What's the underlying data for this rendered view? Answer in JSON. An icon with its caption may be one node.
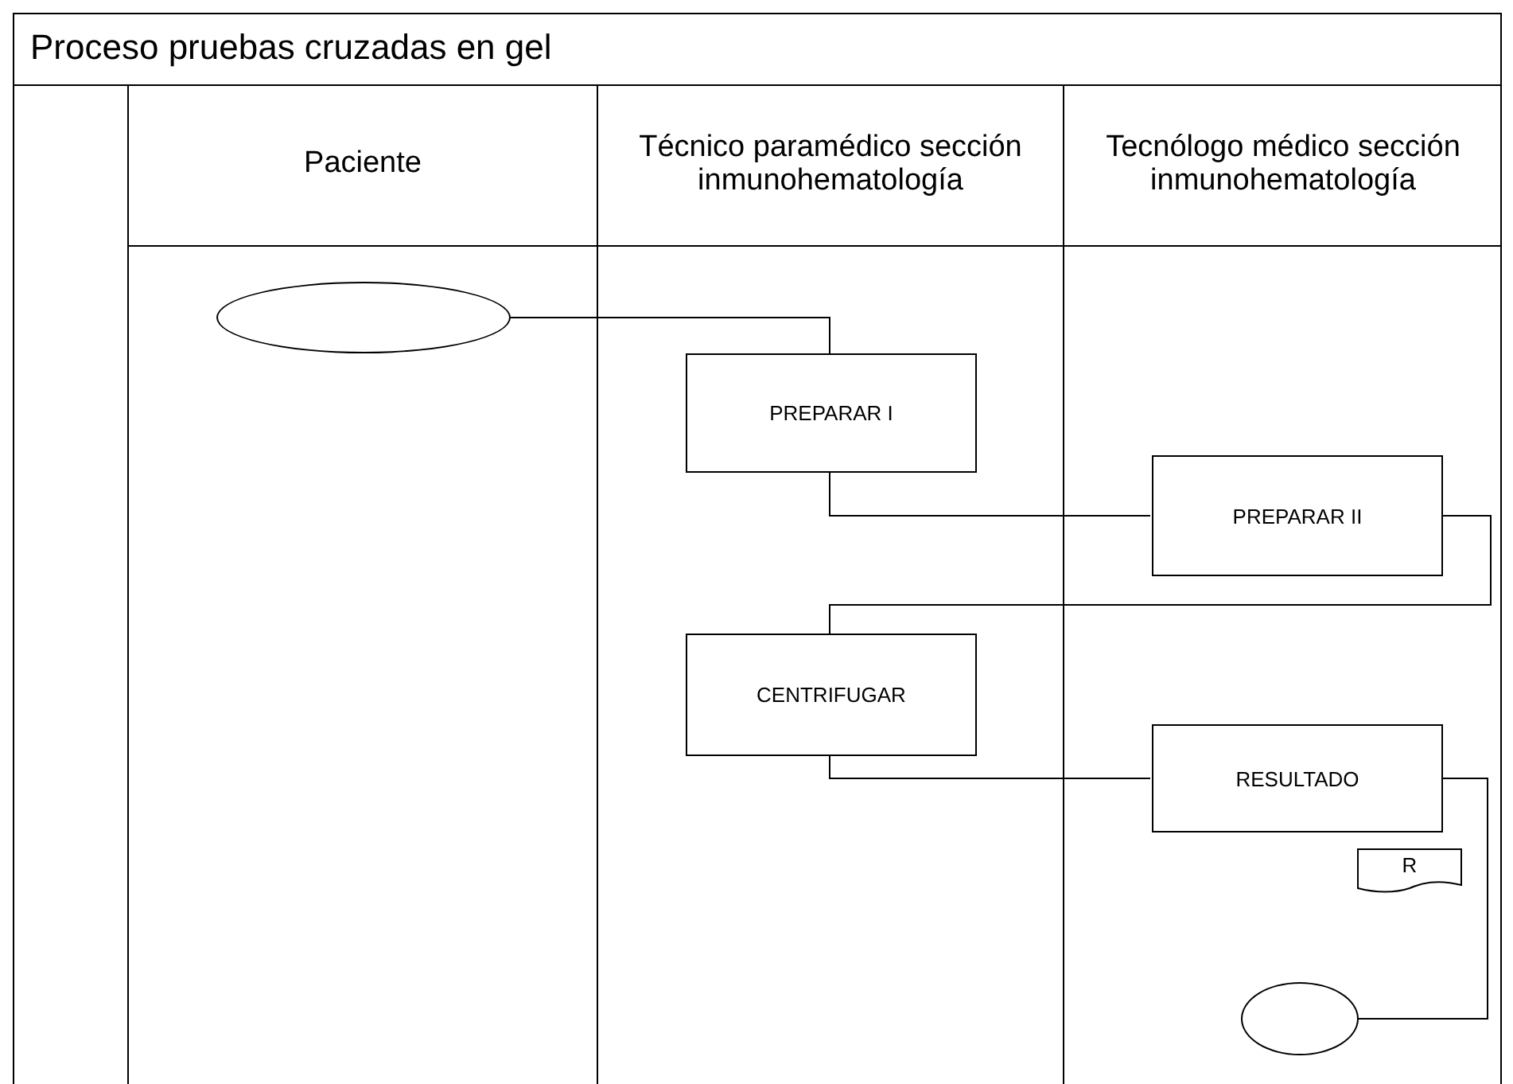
{
  "diagram": {
    "title": "Proceso pruebas cruzadas en gel",
    "nodes": [
      {
        "text": [
          "Paciente"
        ]
      },
      {
        "text": [
          "Técnico paramédico sección inmunohematología"
        ]
      },
      {
        "text": [
          "Tecnólogo médico sección inmunohematología"
        ]
      },
      {
        "text": [],
        "shape": "oval",
        "in": 0
      },
      {
        "text": [
          "PREPARAR I"
        ],
        "in": 1
      },
      {
        "text": [
          "PREPARAR II"
        ],
        "in": 2
      },
      {
        "text": [
          "CENTRIFUGAR"
        ],
        "in": 1
      },
      {
        "text": [
          "RESULTADO"
        ],
        "in": 2
      },
      {
        "text": [
          "R"
        ],
        "in": 2
      },
      {
        "text": [],
        "shape": "oval",
        "in": 2
      }
    ],
    "edges": [
      {
        "from": 3,
        "to": 4,
        "arrow": "none"
      },
      {
        "from": 4,
        "to": 5,
        "arrow": "none"
      },
      {
        "from": 5,
        "to": 6,
        "arrow": "none"
      },
      {
        "from": 6,
        "to": 7,
        "arrow": "none"
      },
      {
        "from": 7,
        "to": 9,
        "arrow": "none"
      }
    ]
  }
}
